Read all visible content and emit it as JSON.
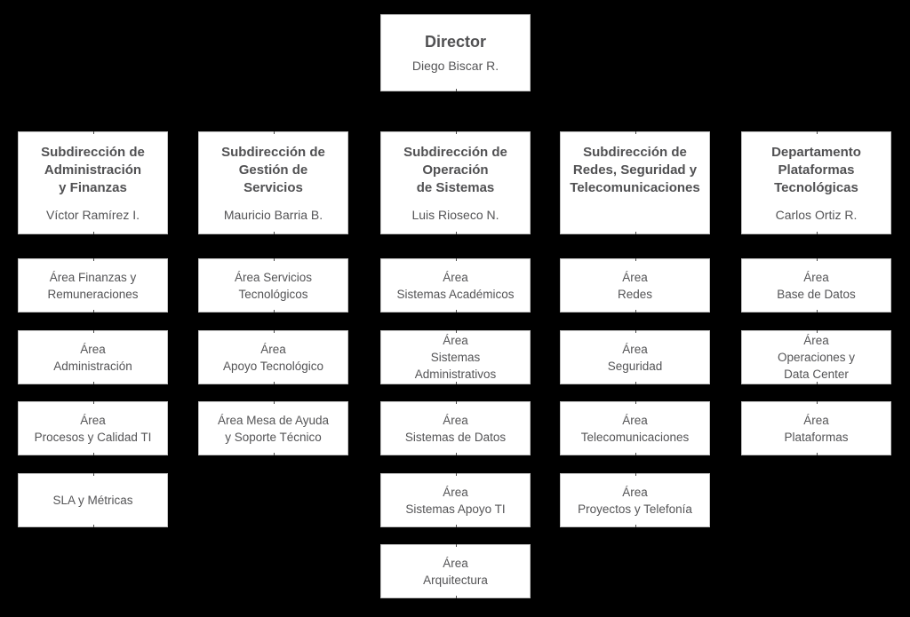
{
  "colors": {
    "background": "#000000",
    "box_fill": "#ffffff",
    "box_border": "#c4c4c4",
    "text": "#545456"
  },
  "director": {
    "title": "Director",
    "name": "Diego Biscar R."
  },
  "subdirections": [
    {
      "title": "Subdirección de\nAdministración\ny Finanzas",
      "name": "Víctor Ramírez I."
    },
    {
      "title": "Subdirección de\nGestión de\nServicios",
      "name": "Mauricio Barria B."
    },
    {
      "title": "Subdirección de\nOperación\nde Sistemas",
      "name": "Luis Rioseco N."
    },
    {
      "title": "Subdirección de\nRedes, Seguridad y\nTelecomunicaciones",
      "name": ""
    },
    {
      "title": "Departamento\nPlataformas\nTecnológicas",
      "name": "Carlos Ortiz R."
    }
  ],
  "columns": [
    {
      "areas": [
        "Área Finanzas y\nRemuneraciones",
        "Área\nAdministración",
        "Área\nProcesos y Calidad TI",
        "SLA y Métricas"
      ]
    },
    {
      "areas": [
        "Área Servicios\nTecnológicos",
        "Área\nApoyo Tecnológico",
        "Área Mesa de Ayuda\ny Soporte Técnico"
      ]
    },
    {
      "areas": [
        "Área\nSistemas Académicos",
        "Área\nSistemas\nAdministrativos",
        "Área\nSistemas de Datos",
        "Área\nSistemas Apoyo TI",
        "Área\nArquitectura"
      ]
    },
    {
      "areas": [
        "Área\nRedes",
        "Área\nSeguridad",
        "Área\nTelecomunicaciones",
        "Área\nProyectos y Telefonía"
      ]
    },
    {
      "areas": [
        "Área\nBase de Datos",
        "Área\nOperaciones y\nData Center",
        "Área\nPlataformas"
      ]
    }
  ]
}
